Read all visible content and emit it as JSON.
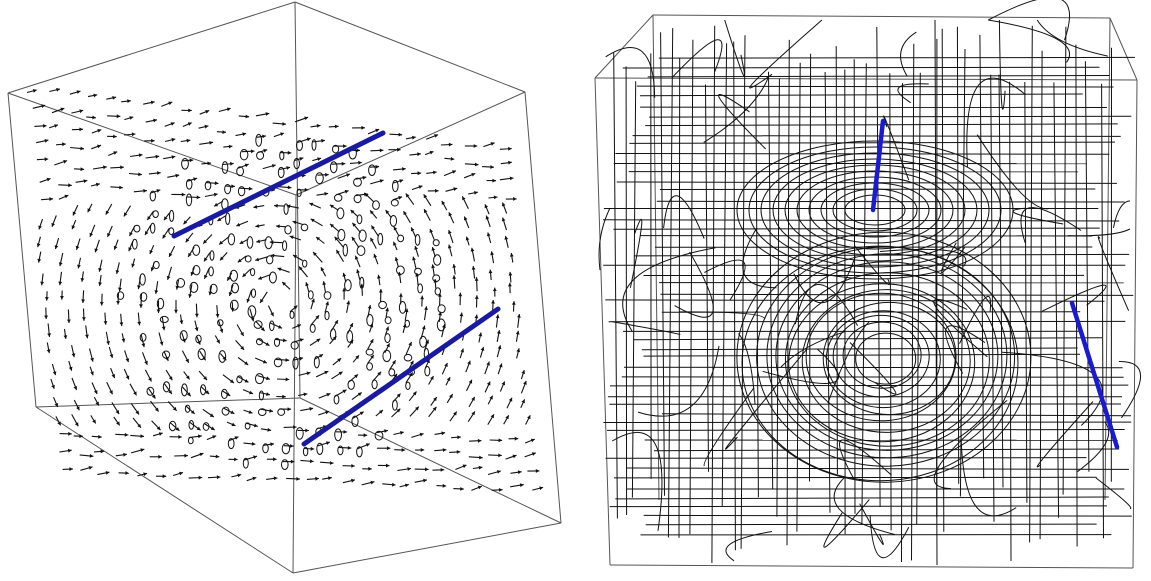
{
  "figure": {
    "panels": [
      {
        "id": "left",
        "content": "vector-field",
        "rod_color": "#1a1aa0",
        "arrow_color": "#111111",
        "frame_color": "#555555"
      },
      {
        "id": "right",
        "content": "field-lines",
        "rod_color": "#1a1ad0",
        "line_color": "#111111",
        "frame_color": "#555555"
      }
    ]
  }
}
